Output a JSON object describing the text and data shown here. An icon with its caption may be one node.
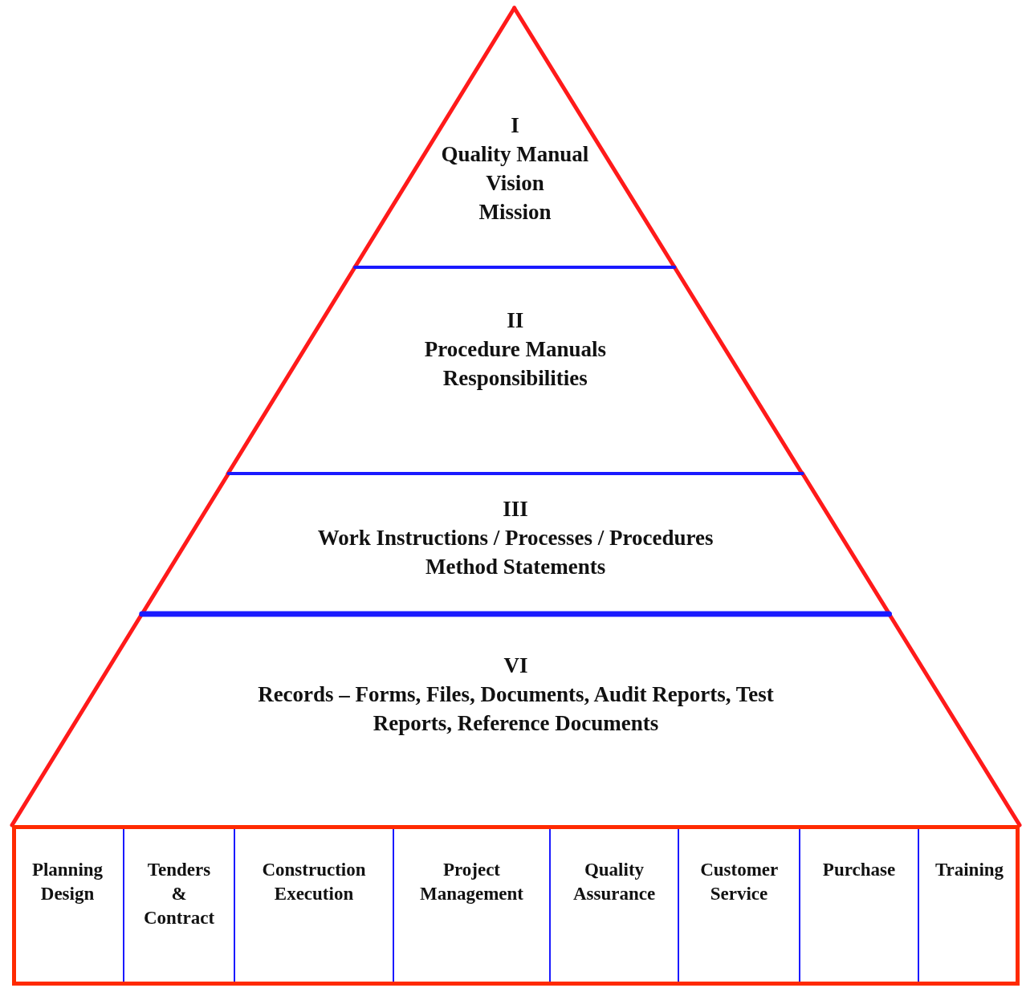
{
  "diagram": {
    "nodes": [
      {
        "text": [
          "I",
          "Quality Manual",
          "Vision",
          "Mission"
        ]
      },
      {
        "text": [
          "II",
          "Procedure Manuals",
          "Responsibilities"
        ]
      },
      {
        "text": [
          "III",
          "Work Instructions / Processes / Procedures",
          "Method Statements"
        ]
      },
      {
        "text": [
          "VI",
          "Records – Forms, Files, Documents, Audit Reports, Test Reports, Reference Documents"
        ]
      },
      {
        "text": [],
        "shape": "box"
      },
      {
        "text": [
          "Planning Design"
        ],
        "in": 4
      },
      {
        "text": [
          "Tenders & Contract"
        ],
        "in": 4
      },
      {
        "text": [
          "Construction Execution"
        ],
        "in": 4
      },
      {
        "text": [
          "Project Management"
        ],
        "in": 4
      },
      {
        "text": [
          "Quality Assurance"
        ],
        "in": 4
      },
      {
        "text": [
          "Customer Service"
        ],
        "in": 4
      },
      {
        "text": [
          "Purchase"
        ],
        "in": 4
      },
      {
        "text": [
          "Training"
        ],
        "in": 4
      }
    ]
  }
}
